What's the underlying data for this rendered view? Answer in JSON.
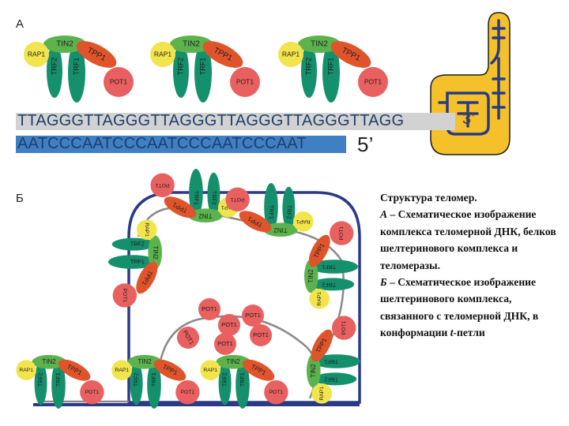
{
  "panels": {
    "a": "А",
    "b": "Б"
  },
  "sequence": {
    "top": "TTAGGGTTAGGGTTAGGGTTAGGGTTAGGGTTAGG",
    "bottom": "AATCCCAATCCCAATCCCAATCCCAAT",
    "end_5": "5’",
    "end_3": "3’"
  },
  "proteins": {
    "tin2": "TIN2",
    "tpp1": "TPP1",
    "trf1": "TRF1",
    "trf2": "TRF2",
    "rap1": "RAP1",
    "pot1": "POT1"
  },
  "caption": {
    "title": "Структура теломер.",
    "a_prefix": "А",
    "a_text": " – Схематическое изображение комплекса теломерной ДНК, белков шелтеринового комплекса и теломеразы.",
    "b_prefix": "Б",
    "b_text": " – Схематическое изображение шелтеринового комплекса, связанного с теломерной ДНК, в конформации ",
    "b_term": "t",
    "b_end": "-петли"
  },
  "colors": {
    "tin2": "#5cb34e",
    "tpp1": "#e0542b",
    "trf": "#14906c",
    "rap1": "#f2e44c",
    "pot1": "#e8605f",
    "dna_top": "#d2d2d2",
    "dna_bottom": "#3f7fc4",
    "telomerase": "#f5c12a",
    "loop": "#2b3a84"
  }
}
